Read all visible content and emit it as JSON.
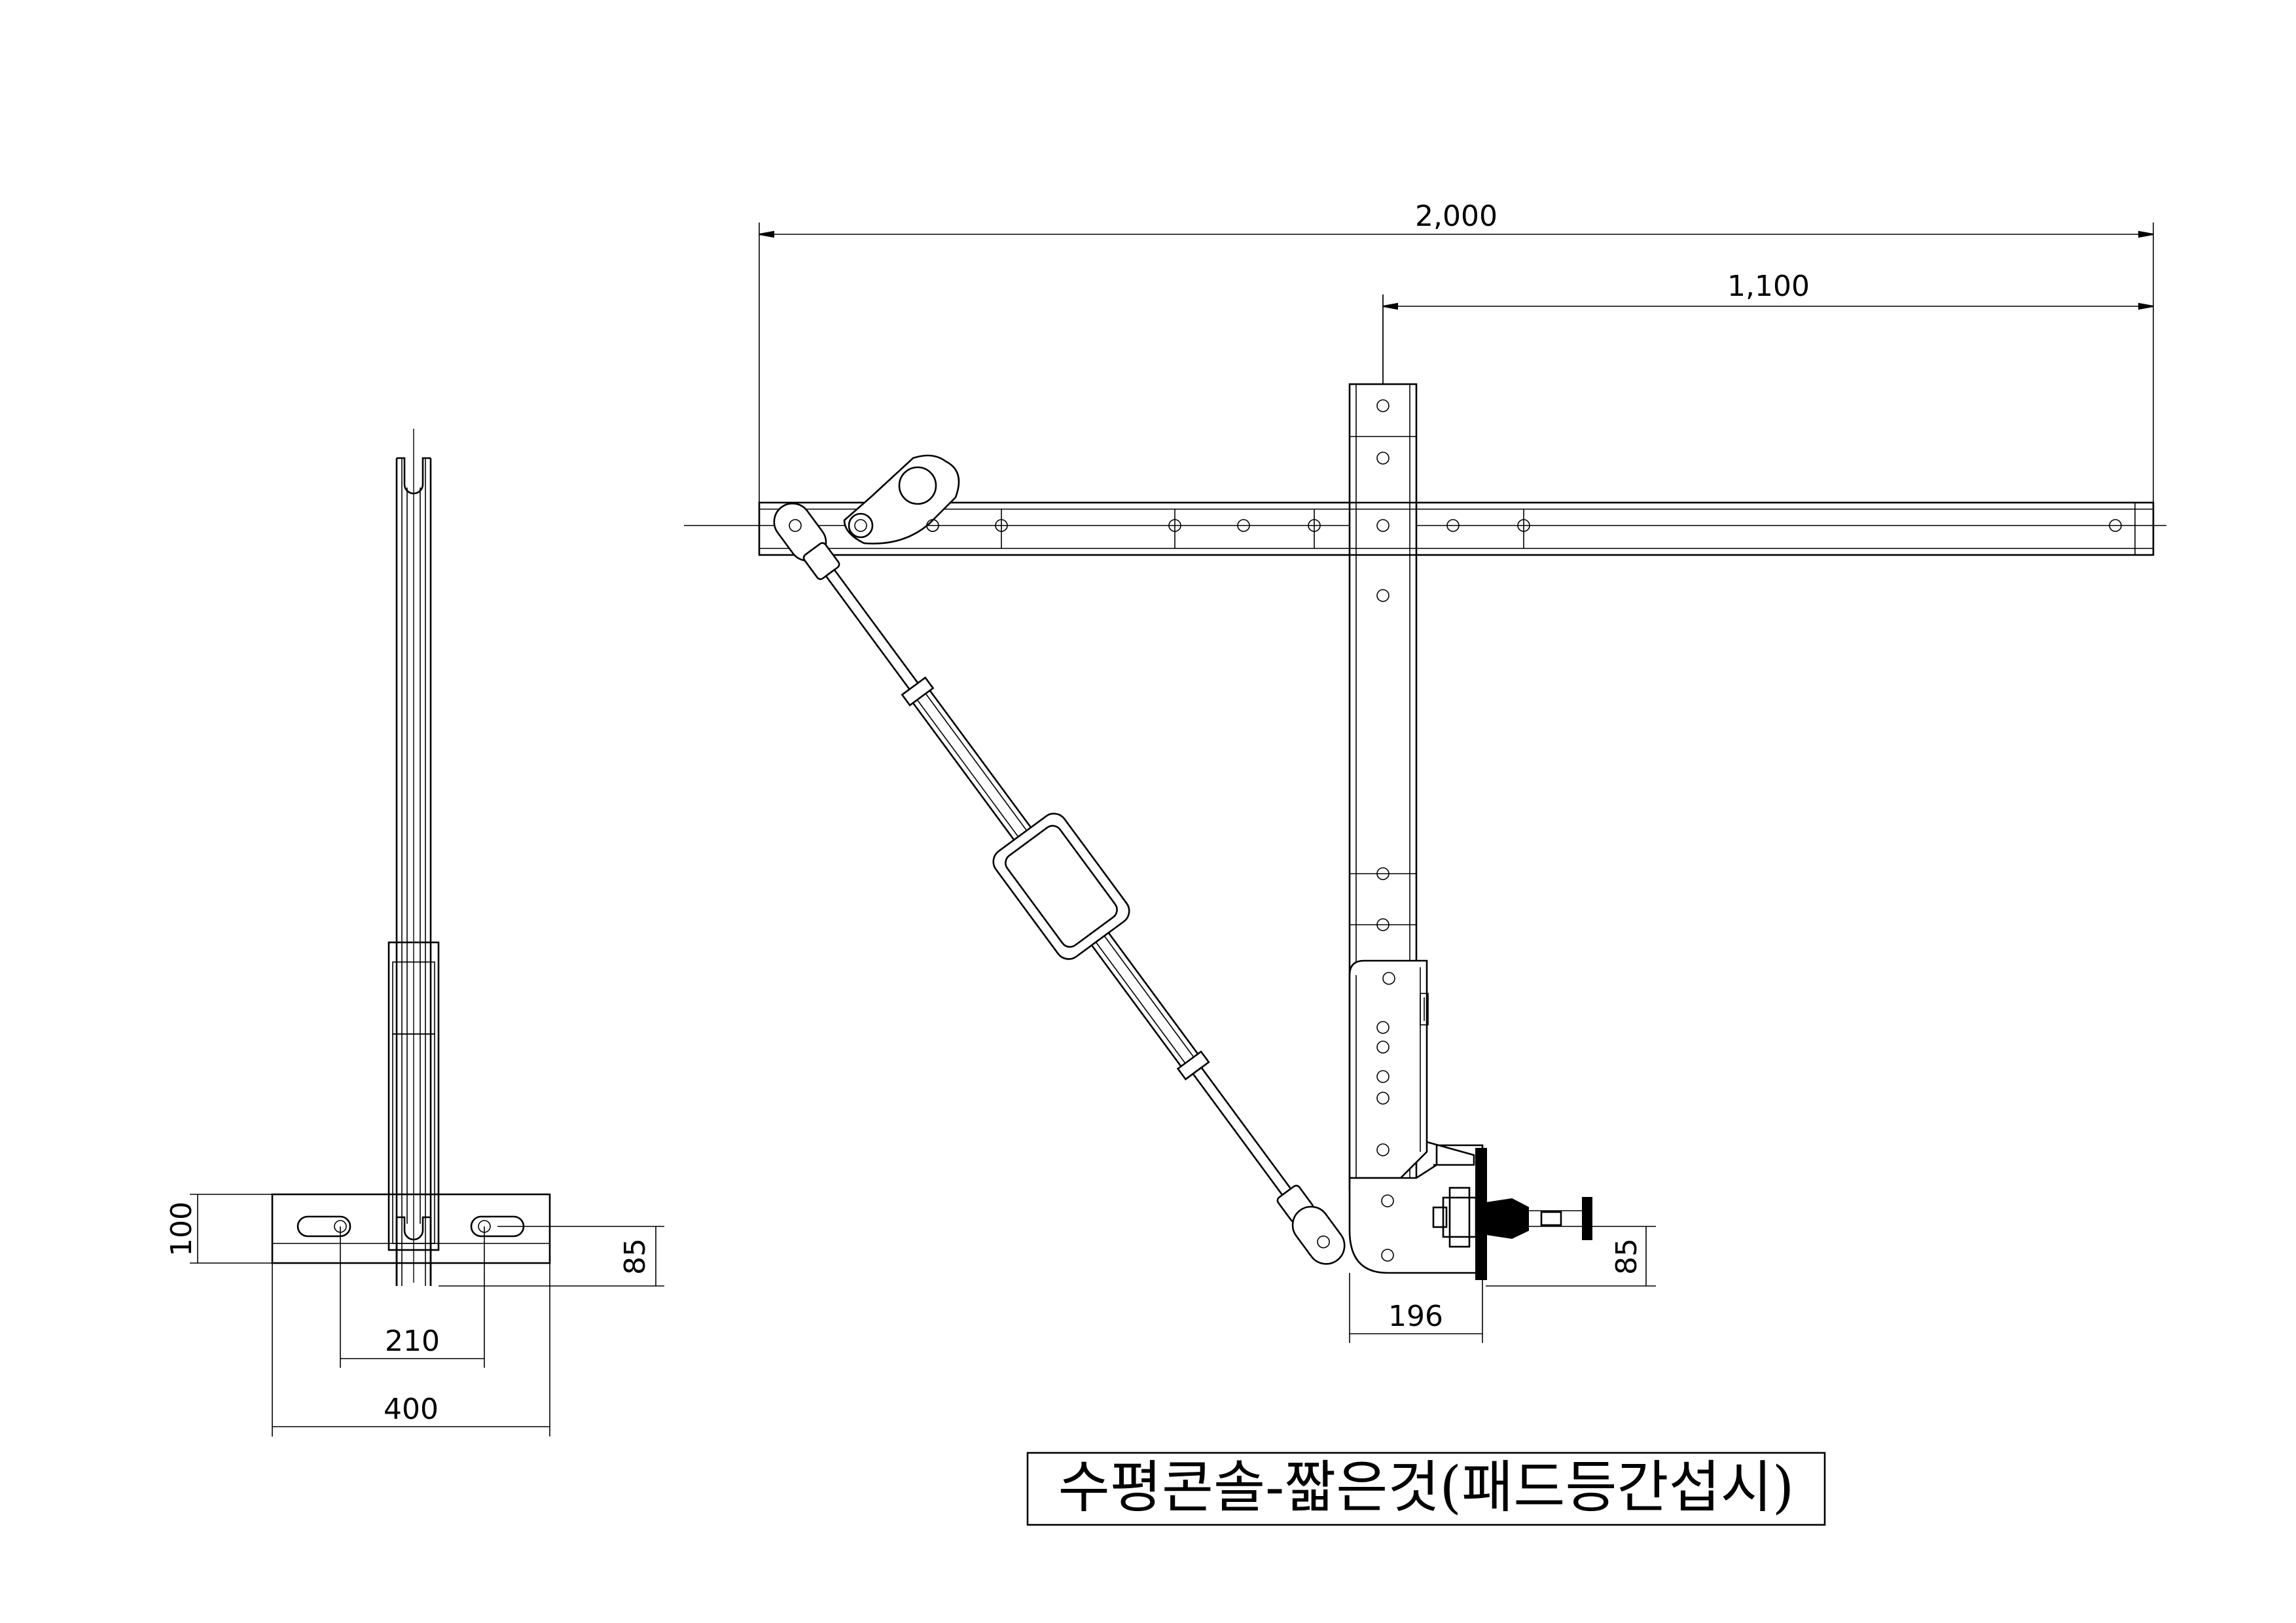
{
  "title": "수평콘솔-짧은것(패드등간섭시)",
  "dimensions": {
    "overall_length": "2,000",
    "offset_length": "1,100",
    "base_height": "100",
    "slot_spacing": "210",
    "base_width": "400",
    "side_offset": "85",
    "bracket_width": "196",
    "bracket_offset": "85"
  }
}
